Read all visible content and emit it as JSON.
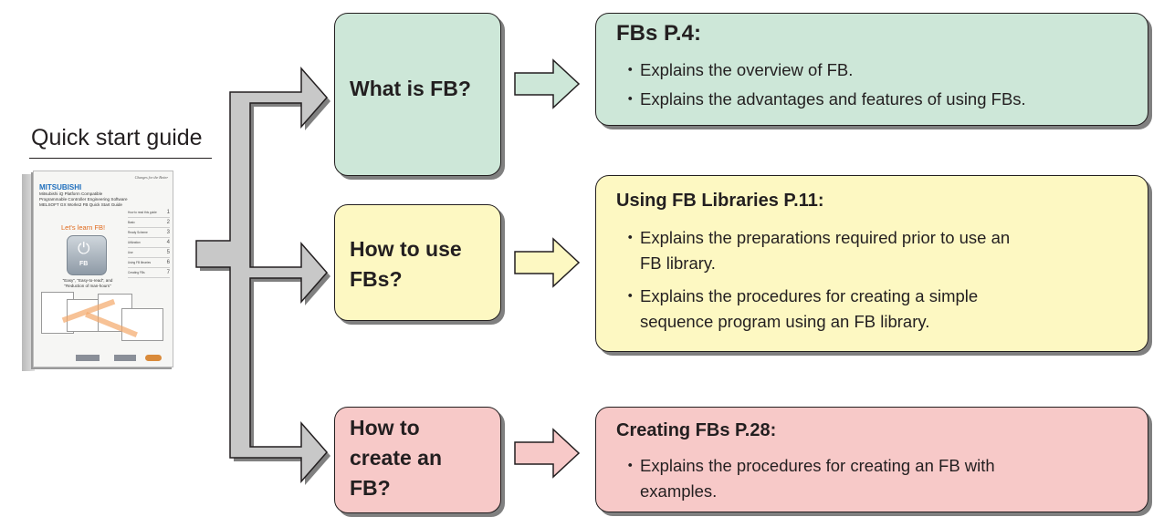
{
  "guide": {
    "label": "Quick start guide",
    "cover": {
      "brand": "MITSUBISHI",
      "tagline": "Changes for the Better",
      "title_lines": "Mitsubishi iQ Platform Compatible\nProgrammable Controller Engineering Software\nMELSOFT GX Works2 FB Quick Start Guide",
      "heading": "Let's learn FB!",
      "icon_text": "FB",
      "slogan": "\"Easy\", \"Easy-to-read\", and\n\"Reduction of man-hours\"",
      "toc": [
        {
          "label": "How to read this guide",
          "num": "1"
        },
        {
          "label": "Basic",
          "num": "2"
        },
        {
          "label": "Ready Scheme",
          "num": "3"
        },
        {
          "label": "Utilization",
          "num": "4"
        },
        {
          "label": "Use",
          "num": "5"
        },
        {
          "label": "Using FB libraries",
          "num": "6"
        },
        {
          "label": "Creating FBs",
          "num": "7"
        }
      ]
    }
  },
  "rows": [
    {
      "question": "What is FB?",
      "heading": "FBs P.4:",
      "bullets": [
        "Explains the overview of FB.",
        "Explains the advantages and features of using FBs."
      ]
    },
    {
      "question_lines": [
        "How to use",
        "FBs?"
      ],
      "heading": "Using FB Libraries P.11:",
      "bullets": [
        [
          "Explains the preparations required prior to use an",
          "FB library."
        ],
        [
          "Explains the procedures for creating a simple",
          "sequence program using an FB library."
        ]
      ]
    },
    {
      "question_lines": [
        "How to",
        "create an",
        "FB?"
      ],
      "heading": "Creating FBs P.28:",
      "bullets": [
        [
          "Explains the procedures for creating an FB with",
          "examples."
        ]
      ]
    }
  ],
  "bullet_mark": "・",
  "colors": {
    "green": "#cde7d8",
    "yellow": "#fdf8c2",
    "pink": "#f7c9c8",
    "outline": "#231f20",
    "shadow": "#808080",
    "connector": "#c8c8c8"
  }
}
